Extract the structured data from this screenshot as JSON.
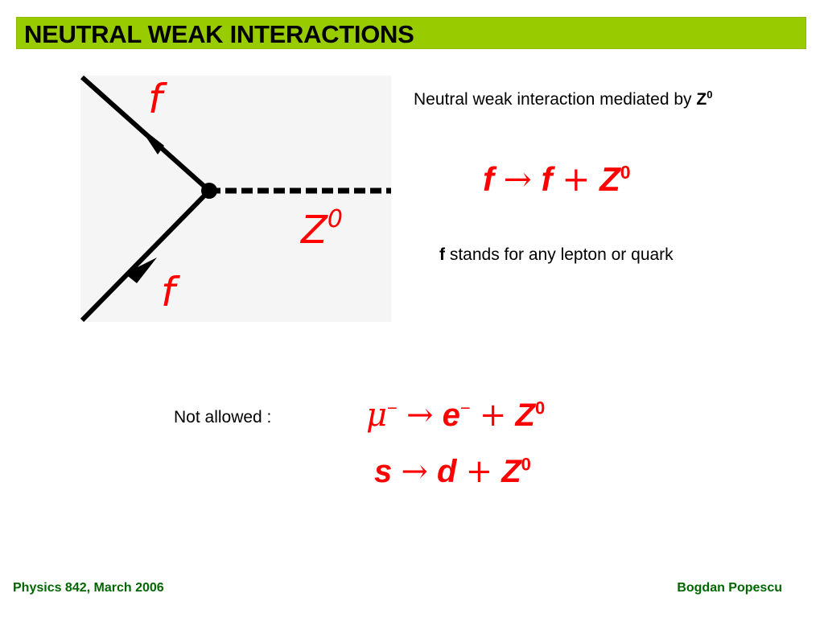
{
  "title": "NEUTRAL WEAK INTERACTIONS",
  "diagram": {
    "label_top": "f",
    "label_bottom": "f",
    "label_boson": "Z",
    "label_boson_sup": "0"
  },
  "description": {
    "text": "Neutral weak interaction mediated by ",
    "boson": "Z",
    "boson_sup": "0"
  },
  "equation_main": {
    "lhs": "f",
    "arrow": "→",
    "p1": "f",
    "plus": "+",
    "p2": "Z",
    "p2_sup": "0"
  },
  "note": {
    "f": "f",
    "text": " stands for any lepton or quark"
  },
  "not_allowed": {
    "label": "Not allowed :",
    "eq1": {
      "lhs": "μ",
      "lhs_sup": "−",
      "arrow": "→",
      "p1": "e",
      "p1_sup": "−",
      "plus": "+",
      "p2": "Z",
      "p2_sup": "0"
    },
    "eq2": {
      "lhs": "s",
      "arrow": "→",
      "p1": "d",
      "plus": "+",
      "p2": "Z",
      "p2_sup": "0"
    }
  },
  "footer": {
    "left": "Physics 842, March 2006",
    "right": "Bogdan Popescu"
  },
  "colors": {
    "title_bar": "#99cc00",
    "equations": "#ff0000",
    "footer": "#006600"
  }
}
